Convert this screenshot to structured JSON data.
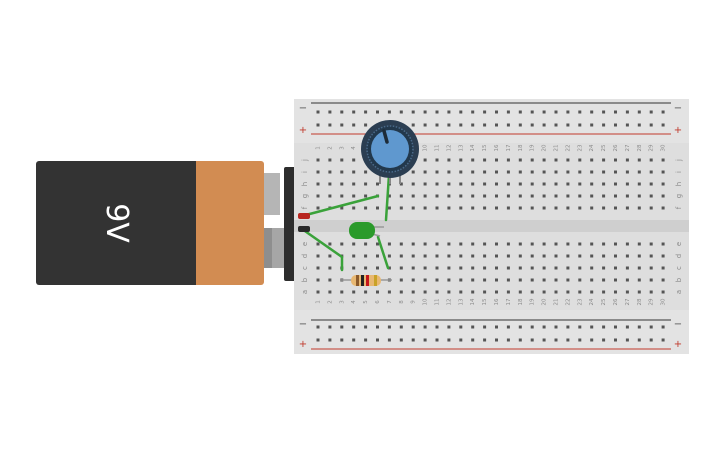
{
  "battery": {
    "label": "9V"
  },
  "breadboard": {
    "columns": [
      "1",
      "2",
      "3",
      "4",
      "5",
      "6",
      "7",
      "8",
      "9",
      "10",
      "11",
      "12",
      "13",
      "14",
      "15",
      "16",
      "17",
      "18",
      "19",
      "20",
      "21",
      "22",
      "23",
      "24",
      "25",
      "26",
      "27",
      "28",
      "29",
      "30"
    ],
    "rows_top": [
      "j",
      "i",
      "h",
      "g",
      "f"
    ],
    "rows_bottom": [
      "e",
      "d",
      "c",
      "b",
      "a"
    ],
    "rail_minus": "−",
    "rail_plus": "+"
  },
  "colors": {
    "wire": "#3aa23a",
    "led": "#2a9a2a",
    "knob": "#5f98cf",
    "board": "#dedede",
    "rail_red": "#c0392b",
    "rail_black": "#333333"
  }
}
